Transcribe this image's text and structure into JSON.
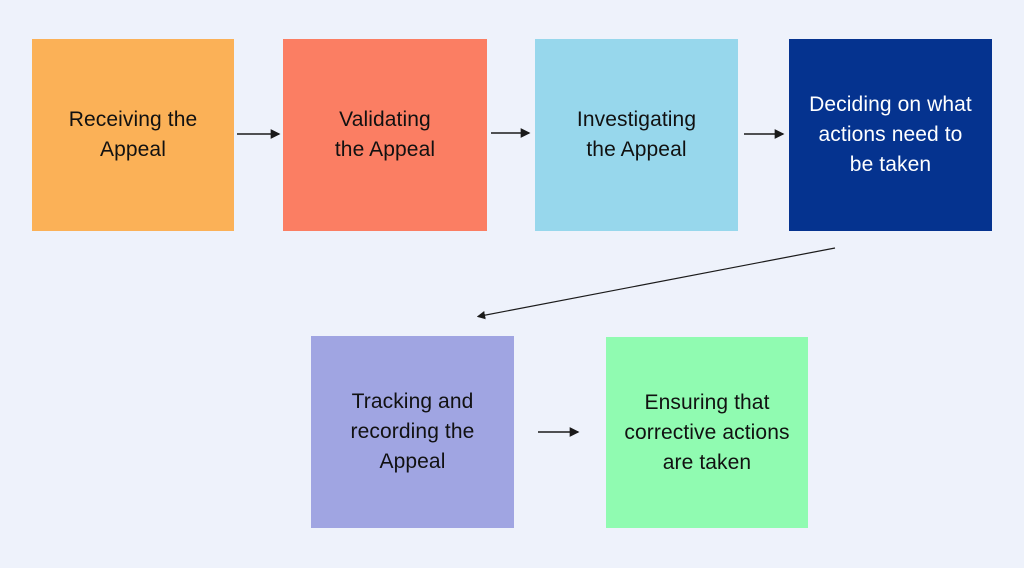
{
  "colors": {
    "background": "#EEF2FB",
    "connector": "#1A1A1A"
  },
  "nodes": [
    {
      "id": "receiving",
      "label": "Receiving the\nAppeal",
      "fill": "#FBB157",
      "text_color": "#111111"
    },
    {
      "id": "validating",
      "label": "Validating\nthe Appeal",
      "fill": "#FB7E63",
      "text_color": "#111111"
    },
    {
      "id": "investigating",
      "label": "Investigating\nthe Appeal",
      "fill": "#97D7EC",
      "text_color": "#111111"
    },
    {
      "id": "deciding",
      "label": "Deciding on what\nactions need to\nbe taken",
      "fill": "#05338F",
      "text_color": "#FFFFFF"
    },
    {
      "id": "tracking",
      "label": "Tracking and\nrecording the\nAppeal",
      "fill": "#A0A5E2",
      "text_color": "#111111"
    },
    {
      "id": "ensuring",
      "label": "Ensuring that\ncorrective actions\nare taken",
      "fill": "#90FBB1",
      "text_color": "#111111"
    }
  ],
  "edges": [
    {
      "from": "receiving",
      "to": "validating"
    },
    {
      "from": "validating",
      "to": "investigating"
    },
    {
      "from": "investigating",
      "to": "deciding"
    },
    {
      "from": "deciding",
      "to": "tracking"
    },
    {
      "from": "tracking",
      "to": "ensuring"
    }
  ]
}
